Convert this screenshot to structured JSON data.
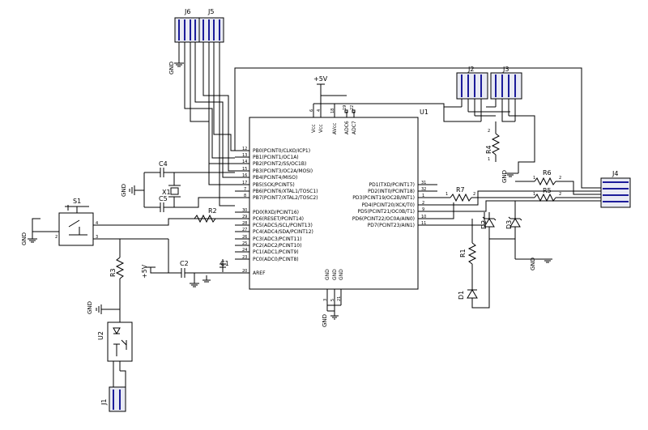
{
  "title": "",
  "refs": {
    "u1": "U1",
    "u2": "U2",
    "s1": "S1",
    "x1": "X1",
    "c1": "C1",
    "c2": "C2",
    "c4": "C4",
    "c5": "C5",
    "r1": "R1",
    "r2": "R2",
    "r3": "R3",
    "r4": "R4",
    "r5": "R5",
    "r6": "R6",
    "r7": "R7",
    "d1": "D1",
    "d2": "D2",
    "d3": "D3",
    "j1": "J1",
    "j2": "J2",
    "j3": "J3",
    "j4": "J4",
    "j5": "J5",
    "j6": "J6"
  },
  "power": {
    "vcc": "+5V",
    "gnd": "GND"
  },
  "u1_left_pins": [
    {
      "num": "12",
      "name": "PB0(PCINT0/CLKO/ICP1)"
    },
    {
      "num": "13",
      "name": "PB1(PCINT1/OC1A)"
    },
    {
      "num": "14",
      "name": "PB2(PCINT2/SS/OC1B)"
    },
    {
      "num": "15",
      "name": "PB3(PCINT3/OC2A/MOSI)"
    },
    {
      "num": "16",
      "name": "PB4(PCINT4/MISO)"
    },
    {
      "num": "17",
      "name": "PB5(SCK/PCINT5)"
    },
    {
      "num": "7",
      "name": "PB6(PCINT6/XTAL1/TOSC1)"
    },
    {
      "num": "8",
      "name": "PB7(PCINT7/XTAL2/TOSC2)"
    },
    {
      "num": "30",
      "name": "PD0(RXD/PCINT16)"
    },
    {
      "num": "29",
      "name": "PC6(RESET/PCINT14)"
    },
    {
      "num": "28",
      "name": "PC5(ADC5/SCL/PCINT13)"
    },
    {
      "num": "27",
      "name": "PC4(ADC4/SDA/PCINT12)"
    },
    {
      "num": "26",
      "name": "PC3(ADC3/PCINT11)"
    },
    {
      "num": "25",
      "name": "PC2(ADC2/PCINT10)"
    },
    {
      "num": "24",
      "name": "PC1(ADC1/PCINT9)"
    },
    {
      "num": "23",
      "name": "PC0(ADC0/PCINT8)"
    },
    {
      "num": "20",
      "name": "AREF"
    }
  ],
  "u1_right_pins": [
    {
      "num": "31",
      "name": "PD1(TXD/PCINT17)"
    },
    {
      "num": "32",
      "name": "PD2(INT0/PCINT18)"
    },
    {
      "num": "1",
      "name": "PD3(PCINT19/OC2B/INT1)"
    },
    {
      "num": "2",
      "name": "PD4(PCINT20/XCK/T0)"
    },
    {
      "num": "9",
      "name": "PD5(PCINT21/OC0B/T1)"
    },
    {
      "num": "10",
      "name": "PD6(PCINT22/OC0A/AIN0)"
    },
    {
      "num": "11",
      "name": "PD7(PCINT23/AIN1)"
    }
  ],
  "u1_top_pins": [
    {
      "num": "6",
      "name": "Vcc"
    },
    {
      "num": "4",
      "name": "Vcc"
    },
    {
      "num": "18",
      "name": "AVcc"
    },
    {
      "num": "19",
      "name": "ADC6"
    },
    {
      "num": "22",
      "name": "ADC7"
    }
  ],
  "u1_bottom_pins": [
    {
      "num": "3",
      "name": "GND"
    },
    {
      "num": "5",
      "name": "GND"
    },
    {
      "num": "21",
      "name": "GND"
    }
  ],
  "pin_numbers": {
    "one": "1",
    "two": "2",
    "three": "3",
    "four": "4"
  }
}
